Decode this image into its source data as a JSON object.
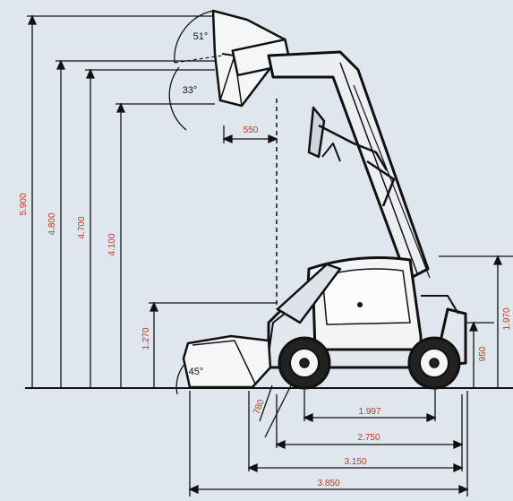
{
  "background_color": "#dfe6ee",
  "line_color": "#111111",
  "dimension_text_color": "#c03a1e",
  "angles": {
    "bucket_dump_top": "51°",
    "bucket_dump_mid": "33°",
    "ground_bucket": "45°"
  },
  "heights": {
    "max_lift": "5.900",
    "bucket_pivot": "4.800",
    "dump_height": "4.700",
    "dump_clearance": "4.100",
    "carry_height": "1.270",
    "overall_height": "1.970",
    "seat_height": "950"
  },
  "lengths": {
    "reach": "550",
    "dig_depth": "780",
    "wheelbase": "1.997",
    "body_length": "2.750",
    "length_to_bucket": "3.150",
    "overall_length": "3.850"
  },
  "icons": {
    "loader": "telescopic-wheel-loader-drawing"
  }
}
